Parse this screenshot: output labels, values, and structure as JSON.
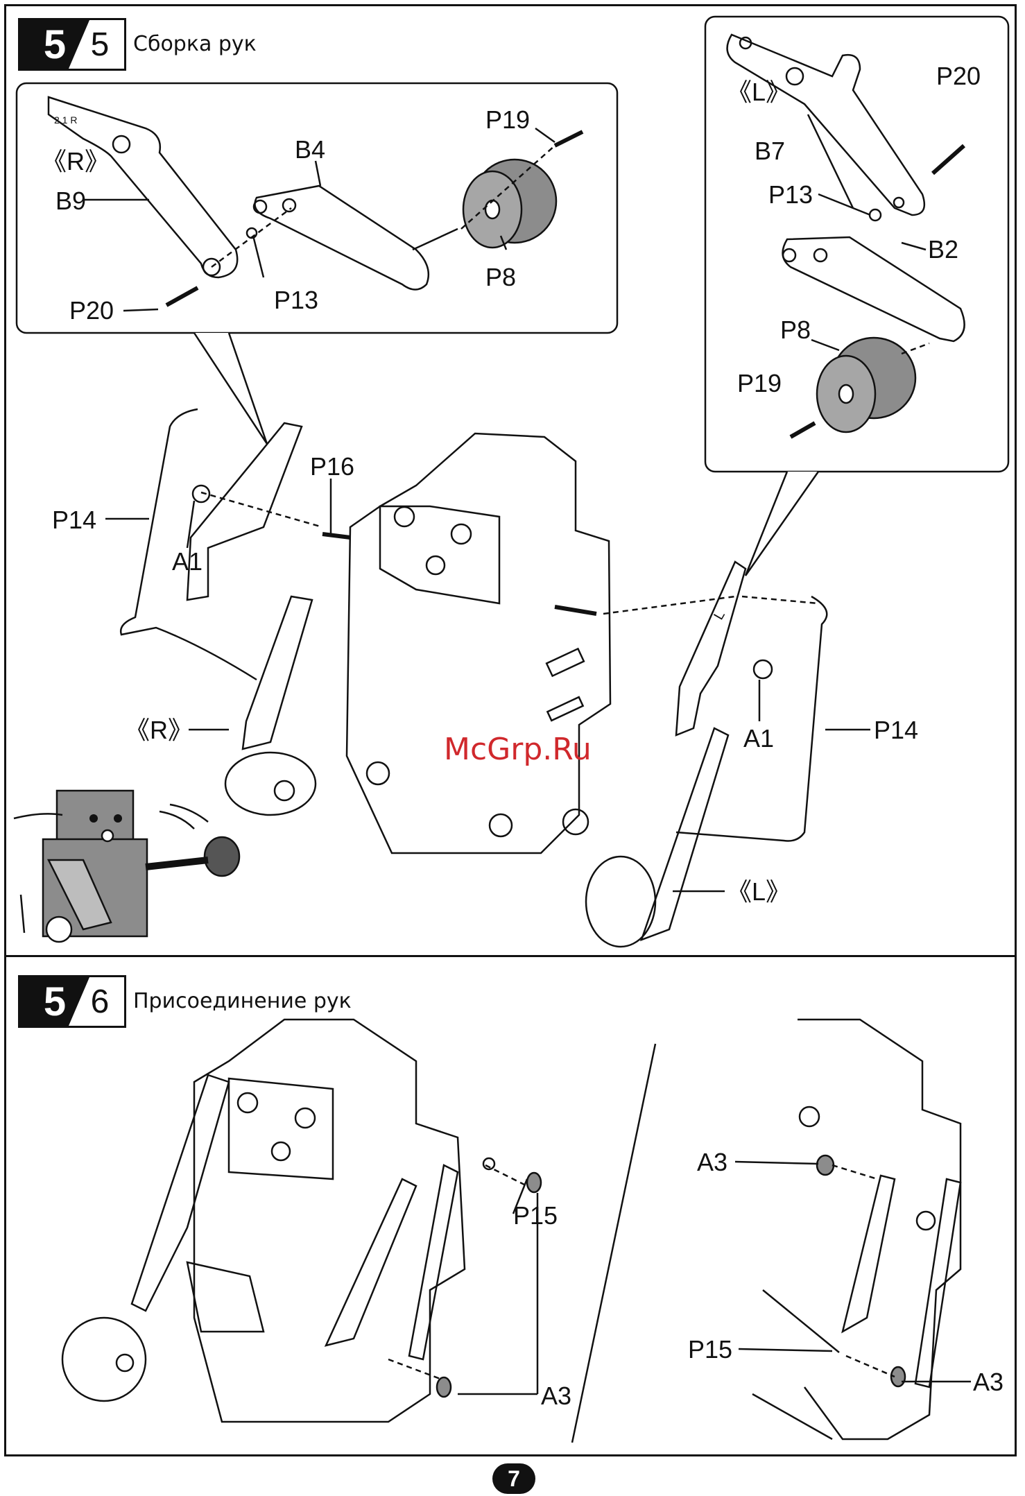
{
  "step1": {
    "major": "5",
    "minor": "5",
    "title": "Сборка рук"
  },
  "step2": {
    "major": "5",
    "minor": "6",
    "title": "Присоединение рук"
  },
  "labels_top_right": {
    "side": "《L》",
    "b7": "B7",
    "p20": "P20",
    "p13": "P13",
    "b2": "B2",
    "p8": "P8",
    "p19": "P19"
  },
  "labels_top_left": {
    "side": "《R》",
    "b9": "B9",
    "b4": "B4",
    "p19": "P19",
    "p8": "P8",
    "p13": "P13",
    "p20": "P20",
    "part_marks": "2 1 R"
  },
  "labels_main": {
    "p14_left": "P14",
    "p16": "P16",
    "a1_left": "A1",
    "r_side": "《R》",
    "a1_right": "A1",
    "p14_right": "P14",
    "l_side": "《L》",
    "l_mark": "L"
  },
  "labels_bottom": {
    "p15_left": "P15",
    "a3_left": "A3",
    "a3_right_top": "A3",
    "p15_right": "P15",
    "a3_right_bottom": "A3"
  },
  "watermark": "McGrp.Ru",
  "page_number": "7"
}
